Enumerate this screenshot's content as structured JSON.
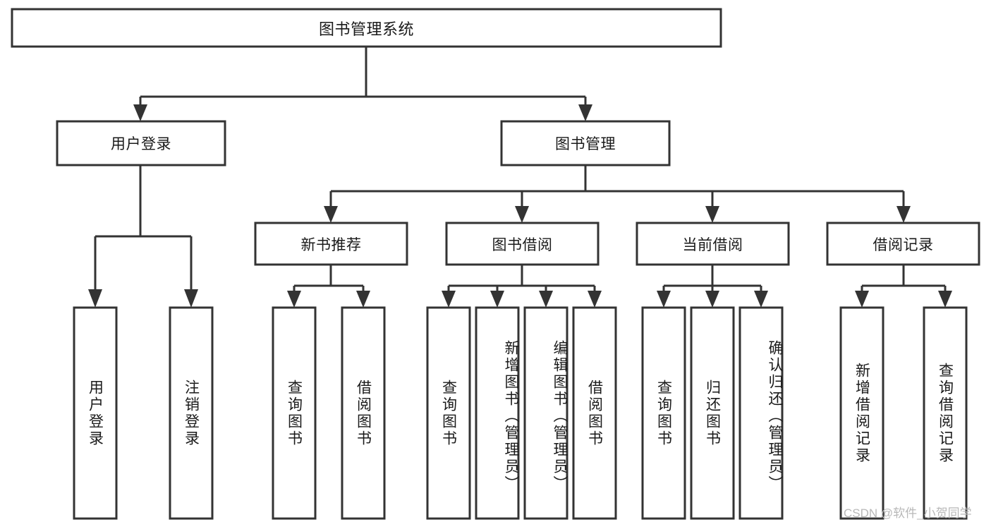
{
  "diagram": {
    "type": "tree-hierarchy",
    "title": "图书管理系统",
    "root": {
      "label": "图书管理系统"
    },
    "level2": [
      {
        "label": "用户登录"
      },
      {
        "label": "图书管理"
      }
    ],
    "level3": [
      {
        "label": "新书推荐"
      },
      {
        "label": "图书借阅"
      },
      {
        "label": "当前借阅"
      },
      {
        "label": "借阅记录"
      }
    ],
    "leaves_user_login": [
      {
        "label": "用户登录"
      },
      {
        "label": "注销登录"
      }
    ],
    "leaves_new_book": [
      {
        "label": "查询图书"
      },
      {
        "label": "借阅图书"
      }
    ],
    "leaves_borrow": [
      {
        "label": "查询图书"
      },
      {
        "label": "新增图书（管理员）"
      },
      {
        "label": "编辑图书（管理员）"
      },
      {
        "label": "借阅图书"
      }
    ],
    "leaves_current": [
      {
        "label": "查询图书"
      },
      {
        "label": "归还图书"
      },
      {
        "label": "确认归还（管理员）"
      }
    ],
    "leaves_records": [
      {
        "label": "新增借阅记录"
      },
      {
        "label": "查询借阅记录"
      }
    ]
  },
  "watermark": {
    "text": "CSDN @软件_小贺同学"
  },
  "colors": {
    "stroke": "#333333",
    "fill": "#ffffff",
    "text": "#1a1a1a",
    "watermark": "#b8b8b8"
  }
}
